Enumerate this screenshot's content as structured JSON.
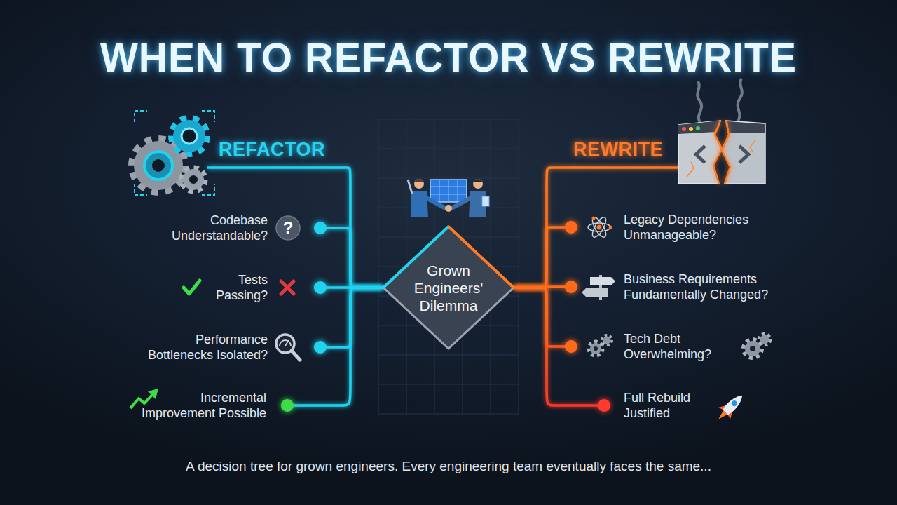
{
  "diagram": {
    "title": "WHEN TO REFACTOR VS REWRITE",
    "caption": "A decision tree for grown engineers. Every engineering team eventually faces the same...",
    "nodes": [
      {
        "text": [
          "REFACTOR"
        ]
      },
      {
        "text": [
          "REWRITE"
        ]
      },
      {
        "text": [
          "Grown Engineers' Dilemma"
        ]
      },
      {
        "text": [
          "Codebase Understandable?"
        ]
      },
      {
        "text": [
          "Tests Passing?"
        ]
      },
      {
        "text": [
          "Performance Bottlenecks Isolated?"
        ]
      },
      {
        "text": [
          "Incremental Improvement Possible"
        ]
      },
      {
        "text": [
          "Legacy Dependencies Unmanageable?"
        ]
      },
      {
        "text": [
          "Business Requirements Fundamentally Changed?"
        ]
      },
      {
        "text": [
          "Tech Debt Overwhelming?"
        ]
      },
      {
        "text": [
          "Full Rebuild Justified"
        ]
      }
    ],
    "edges": [
      {
        "from": 2,
        "to": 0,
        "arrow": "none"
      },
      {
        "from": 2,
        "to": 3,
        "arrow": "none"
      },
      {
        "from": 2,
        "to": 4,
        "arrow": "none"
      },
      {
        "from": 2,
        "to": 5,
        "arrow": "none"
      },
      {
        "from": 2,
        "to": 6,
        "arrow": "none"
      },
      {
        "from": 2,
        "to": 1,
        "arrow": "none"
      },
      {
        "from": 2,
        "to": 7,
        "arrow": "none"
      },
      {
        "from": 2,
        "to": 8,
        "arrow": "none"
      },
      {
        "from": 2,
        "to": 9,
        "arrow": "none"
      },
      {
        "from": 2,
        "to": 10,
        "arrow": "none"
      }
    ],
    "labels": [
      "?"
    ]
  }
}
